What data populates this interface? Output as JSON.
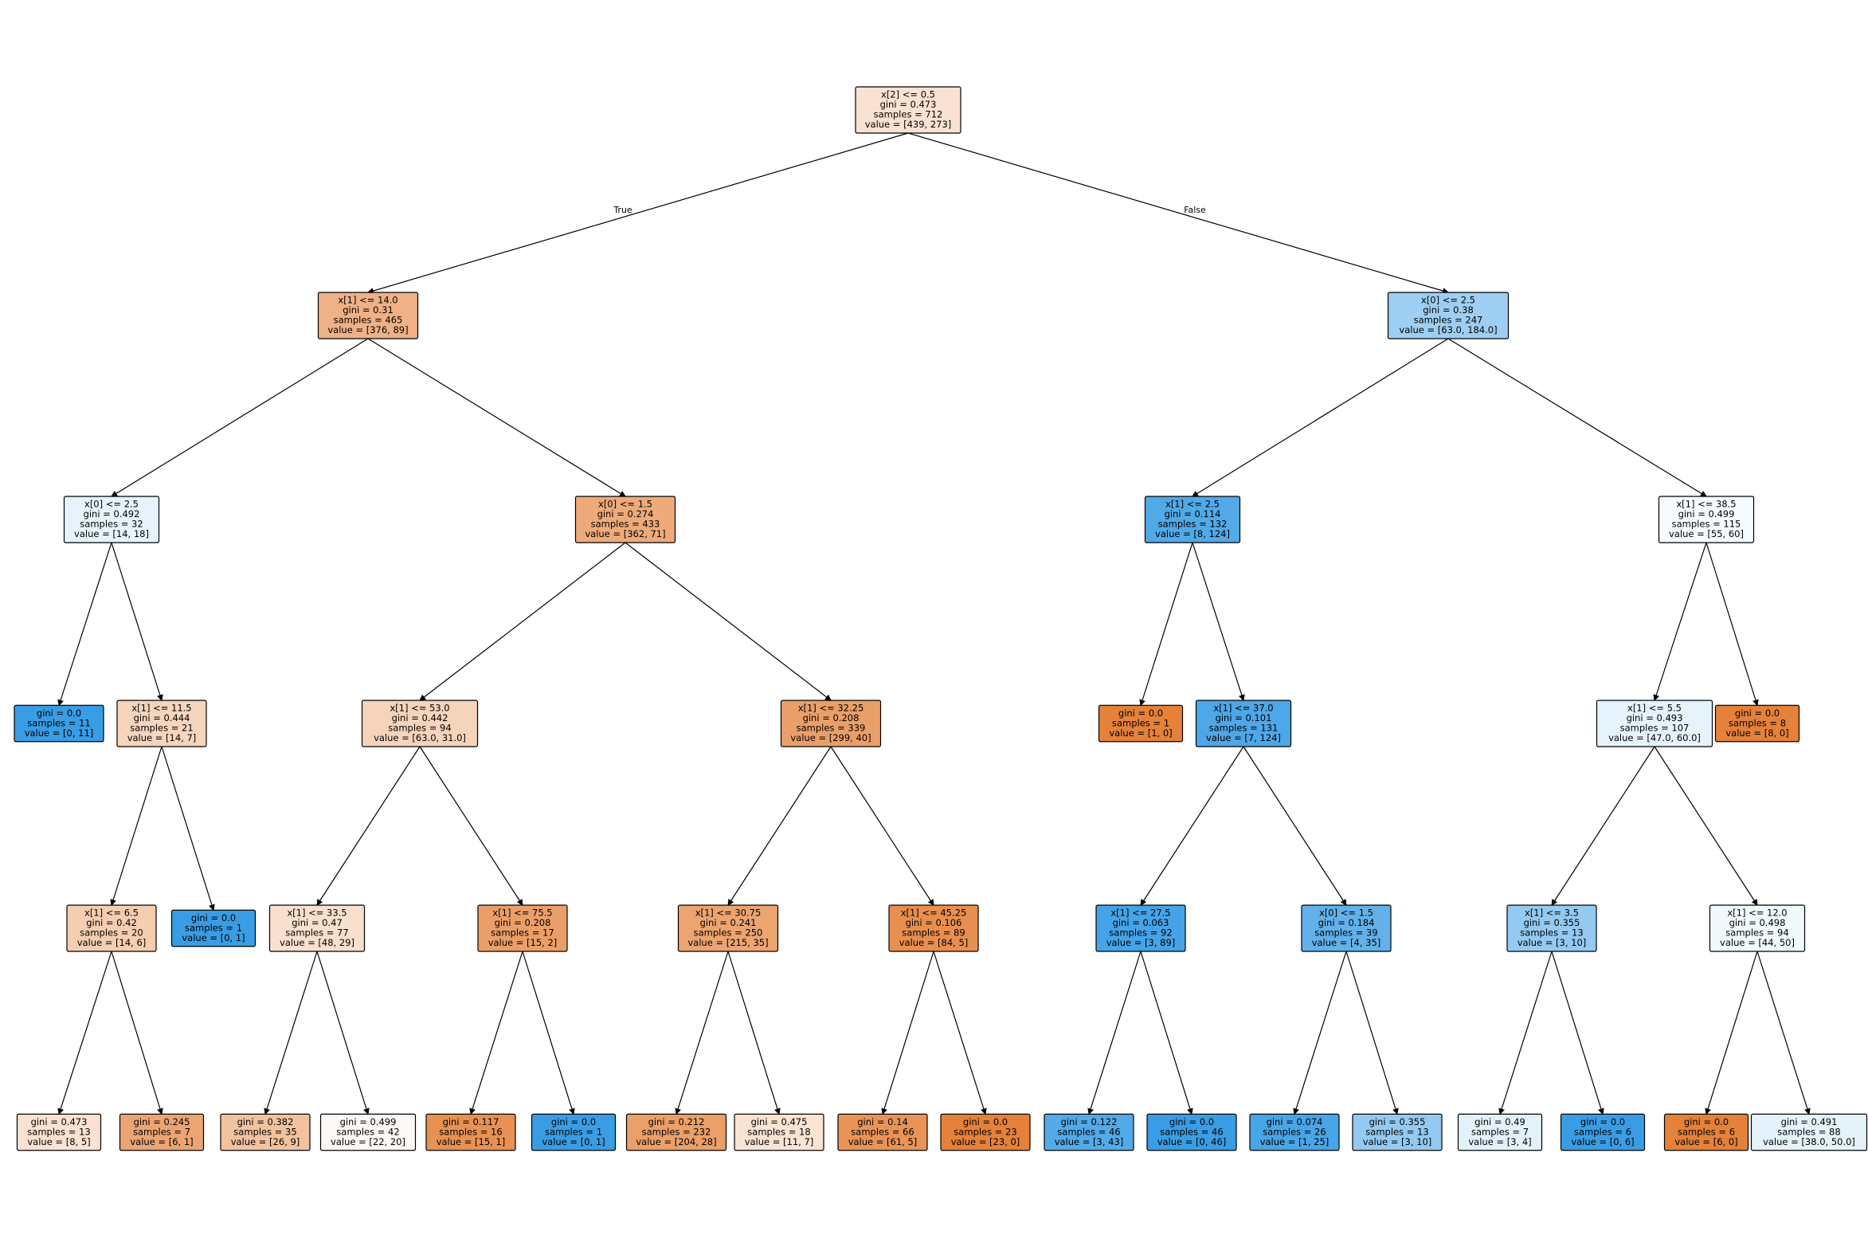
{
  "labels": {
    "true_branch": "True",
    "false_branch": "False"
  },
  "colors": {
    "class0": "#e58139",
    "class1": "#399de5"
  },
  "nodes": [
    {
      "id": "n0",
      "lines": [
        "x[2] <= 0.5",
        "gini = 0.473",
        "samples = 712",
        "value = [439, 273]"
      ],
      "value": [
        439,
        273
      ]
    },
    {
      "id": "n1",
      "lines": [
        "x[1] <= 14.0",
        "gini = 0.31",
        "samples = 465",
        "value = [376, 89]"
      ],
      "value": [
        376,
        89
      ]
    },
    {
      "id": "n2",
      "lines": [
        "x[0] <= 2.5",
        "gini = 0.38",
        "samples = 247",
        "value = [63.0, 184.0]"
      ],
      "value": [
        63,
        184
      ]
    },
    {
      "id": "n3",
      "lines": [
        "x[0] <= 2.5",
        "gini = 0.492",
        "samples = 32",
        "value = [14, 18]"
      ],
      "value": [
        14,
        18
      ]
    },
    {
      "id": "n4",
      "lines": [
        "x[0] <= 1.5",
        "gini = 0.274",
        "samples = 433",
        "value = [362, 71]"
      ],
      "value": [
        362,
        71
      ]
    },
    {
      "id": "n5",
      "lines": [
        "x[1] <= 2.5",
        "gini = 0.114",
        "samples = 132",
        "value = [8, 124]"
      ],
      "value": [
        8,
        124
      ]
    },
    {
      "id": "n6",
      "lines": [
        "x[1] <= 38.5",
        "gini = 0.499",
        "samples = 115",
        "value = [55, 60]"
      ],
      "value": [
        55,
        60
      ]
    },
    {
      "id": "n7",
      "lines": [
        "gini = 0.0",
        "samples = 11",
        "value = [0, 11]"
      ],
      "value": [
        0,
        11
      ]
    },
    {
      "id": "n8",
      "lines": [
        "x[1] <= 11.5",
        "gini = 0.444",
        "samples = 21",
        "value = [14, 7]"
      ],
      "value": [
        14,
        7
      ]
    },
    {
      "id": "n9",
      "lines": [
        "x[1] <= 53.0",
        "gini = 0.442",
        "samples = 94",
        "value = [63.0, 31.0]"
      ],
      "value": [
        63,
        31
      ]
    },
    {
      "id": "n10",
      "lines": [
        "x[1] <= 32.25",
        "gini = 0.208",
        "samples = 339",
        "value = [299, 40]"
      ],
      "value": [
        299,
        40
      ]
    },
    {
      "id": "n11",
      "lines": [
        "gini = 0.0",
        "samples = 1",
        "value = [1, 0]"
      ],
      "value": [
        1,
        0
      ]
    },
    {
      "id": "n12",
      "lines": [
        "x[1] <= 37.0",
        "gini = 0.101",
        "samples = 131",
        "value = [7, 124]"
      ],
      "value": [
        7,
        124
      ]
    },
    {
      "id": "n13",
      "lines": [
        "x[1] <= 5.5",
        "gini = 0.493",
        "samples = 107",
        "value = [47.0, 60.0]"
      ],
      "value": [
        47,
        60
      ]
    },
    {
      "id": "n14",
      "lines": [
        "gini = 0.0",
        "samples = 8",
        "value = [8, 0]"
      ],
      "value": [
        8,
        0
      ]
    },
    {
      "id": "n15",
      "lines": [
        "x[1] <= 6.5",
        "gini = 0.42",
        "samples = 20",
        "value = [14, 6]"
      ],
      "value": [
        14,
        6
      ]
    },
    {
      "id": "n16",
      "lines": [
        "gini = 0.0",
        "samples = 1",
        "value = [0, 1]"
      ],
      "value": [
        0,
        1
      ]
    },
    {
      "id": "n17",
      "lines": [
        "x[1] <= 33.5",
        "gini = 0.47",
        "samples = 77",
        "value = [48, 29]"
      ],
      "value": [
        48,
        29
      ]
    },
    {
      "id": "n18",
      "lines": [
        "x[1] <= 75.5",
        "gini = 0.208",
        "samples = 17",
        "value = [15, 2]"
      ],
      "value": [
        15,
        2
      ]
    },
    {
      "id": "n19",
      "lines": [
        "x[1] <= 30.75",
        "gini = 0.241",
        "samples = 250",
        "value = [215, 35]"
      ],
      "value": [
        215,
        35
      ]
    },
    {
      "id": "n20",
      "lines": [
        "x[1] <= 45.25",
        "gini = 0.106",
        "samples = 89",
        "value = [84, 5]"
      ],
      "value": [
        84,
        5
      ]
    },
    {
      "id": "n21",
      "lines": [
        "x[1] <= 27.5",
        "gini = 0.063",
        "samples = 92",
        "value = [3, 89]"
      ],
      "value": [
        3,
        89
      ]
    },
    {
      "id": "n22",
      "lines": [
        "x[0] <= 1.5",
        "gini = 0.184",
        "samples = 39",
        "value = [4, 35]"
      ],
      "value": [
        4,
        35
      ]
    },
    {
      "id": "n23",
      "lines": [
        "x[1] <= 3.5",
        "gini = 0.355",
        "samples = 13",
        "value = [3, 10]"
      ],
      "value": [
        3,
        10
      ]
    },
    {
      "id": "n24",
      "lines": [
        "x[1] <= 12.0",
        "gini = 0.498",
        "samples = 94",
        "value = [44, 50]"
      ],
      "value": [
        44,
        50
      ]
    },
    {
      "id": "n25",
      "lines": [
        "gini = 0.473",
        "samples = 13",
        "value = [8, 5]"
      ],
      "value": [
        8,
        5
      ]
    },
    {
      "id": "n26",
      "lines": [
        "gini = 0.245",
        "samples = 7",
        "value = [6, 1]"
      ],
      "value": [
        6,
        1
      ]
    },
    {
      "id": "n27",
      "lines": [
        "gini = 0.382",
        "samples = 35",
        "value = [26, 9]"
      ],
      "value": [
        26,
        9
      ]
    },
    {
      "id": "n28",
      "lines": [
        "gini = 0.499",
        "samples = 42",
        "value = [22, 20]"
      ],
      "value": [
        22,
        20
      ]
    },
    {
      "id": "n29",
      "lines": [
        "gini = 0.117",
        "samples = 16",
        "value = [15, 1]"
      ],
      "value": [
        15,
        1
      ]
    },
    {
      "id": "n30",
      "lines": [
        "gini = 0.0",
        "samples = 1",
        "value = [0, 1]"
      ],
      "value": [
        0,
        1
      ]
    },
    {
      "id": "n31",
      "lines": [
        "gini = 0.212",
        "samples = 232",
        "value = [204, 28]"
      ],
      "value": [
        204,
        28
      ]
    },
    {
      "id": "n32",
      "lines": [
        "gini = 0.475",
        "samples = 18",
        "value = [11, 7]"
      ],
      "value": [
        11,
        7
      ]
    },
    {
      "id": "n33",
      "lines": [
        "gini = 0.14",
        "samples = 66",
        "value = [61, 5]"
      ],
      "value": [
        61,
        5
      ]
    },
    {
      "id": "n34",
      "lines": [
        "gini = 0.0",
        "samples = 23",
        "value = [23, 0]"
      ],
      "value": [
        23,
        0
      ]
    },
    {
      "id": "n35",
      "lines": [
        "gini = 0.122",
        "samples = 46",
        "value = [3, 43]"
      ],
      "value": [
        3,
        43
      ]
    },
    {
      "id": "n36",
      "lines": [
        "gini = 0.0",
        "samples = 46",
        "value = [0, 46]"
      ],
      "value": [
        0,
        46
      ]
    },
    {
      "id": "n37",
      "lines": [
        "gini = 0.074",
        "samples = 26",
        "value = [1, 25]"
      ],
      "value": [
        1,
        25
      ]
    },
    {
      "id": "n38",
      "lines": [
        "gini = 0.355",
        "samples = 13",
        "value = [3, 10]"
      ],
      "value": [
        3,
        10
      ]
    },
    {
      "id": "n39",
      "lines": [
        "gini = 0.49",
        "samples = 7",
        "value = [3, 4]"
      ],
      "value": [
        3,
        4
      ]
    },
    {
      "id": "n40",
      "lines": [
        "gini = 0.0",
        "samples = 6",
        "value = [0, 6]"
      ],
      "value": [
        0,
        6
      ]
    },
    {
      "id": "n41",
      "lines": [
        "gini = 0.0",
        "samples = 6",
        "value = [6, 0]"
      ],
      "value": [
        6,
        0
      ]
    },
    {
      "id": "n42",
      "lines": [
        "gini = 0.491",
        "samples = 88",
        "value = [38.0, 50.0]"
      ],
      "value": [
        38,
        50
      ]
    }
  ],
  "edges": [
    [
      "n0",
      "n1"
    ],
    [
      "n0",
      "n2"
    ],
    [
      "n1",
      "n3"
    ],
    [
      "n1",
      "n4"
    ],
    [
      "n2",
      "n5"
    ],
    [
      "n2",
      "n6"
    ],
    [
      "n3",
      "n7"
    ],
    [
      "n3",
      "n8"
    ],
    [
      "n4",
      "n9"
    ],
    [
      "n4",
      "n10"
    ],
    [
      "n5",
      "n11"
    ],
    [
      "n5",
      "n12"
    ],
    [
      "n6",
      "n13"
    ],
    [
      "n6",
      "n14"
    ],
    [
      "n8",
      "n15"
    ],
    [
      "n8",
      "n16"
    ],
    [
      "n9",
      "n17"
    ],
    [
      "n9",
      "n18"
    ],
    [
      "n10",
      "n19"
    ],
    [
      "n10",
      "n20"
    ],
    [
      "n12",
      "n21"
    ],
    [
      "n12",
      "n22"
    ],
    [
      "n13",
      "n23"
    ],
    [
      "n13",
      "n24"
    ],
    [
      "n15",
      "n25"
    ],
    [
      "n15",
      "n26"
    ],
    [
      "n17",
      "n27"
    ],
    [
      "n17",
      "n28"
    ],
    [
      "n18",
      "n29"
    ],
    [
      "n18",
      "n30"
    ],
    [
      "n19",
      "n31"
    ],
    [
      "n19",
      "n32"
    ],
    [
      "n20",
      "n33"
    ],
    [
      "n20",
      "n34"
    ],
    [
      "n21",
      "n35"
    ],
    [
      "n21",
      "n36"
    ],
    [
      "n22",
      "n37"
    ],
    [
      "n22",
      "n38"
    ],
    [
      "n23",
      "n39"
    ],
    [
      "n23",
      "n40"
    ],
    [
      "n24",
      "n41"
    ],
    [
      "n24",
      "n42"
    ]
  ]
}
